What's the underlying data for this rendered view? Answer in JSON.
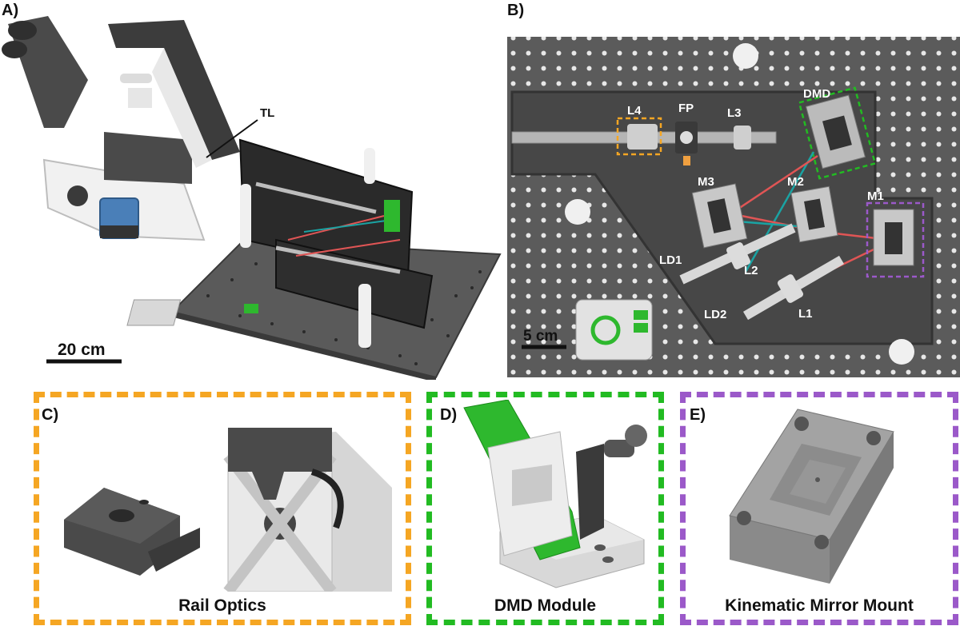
{
  "panels": {
    "a": {
      "label": "A)",
      "annotation": "TL",
      "scale_bar": "20 cm"
    },
    "b": {
      "label": "B)",
      "components": {
        "L4": "L4",
        "FP": "FP",
        "L3": "L3",
        "DMD": "DMD",
        "M3": "M3",
        "M2": "M2",
        "M1": "M1",
        "LD1": "LD1",
        "L2": "L2",
        "LD2": "LD2",
        "L1": "L1"
      },
      "scale_bar": "5 cm"
    },
    "c": {
      "label": "C)",
      "caption": "Rail Optics",
      "border_color": "#f5a623"
    },
    "d": {
      "label": "D)",
      "caption": "DMD Module",
      "border_color": "#22bb22"
    },
    "e": {
      "label": "E)",
      "caption": "Kinematic Mirror Mount",
      "border_color": "#9b59c9"
    }
  },
  "colors": {
    "l4_box": "#f5a623",
    "dmd_box": "#22bb22",
    "m1_box": "#9b59c9",
    "laser_red": "#e05555",
    "laser_teal": "#1aa3a3",
    "board_green": "#2eb82e"
  }
}
